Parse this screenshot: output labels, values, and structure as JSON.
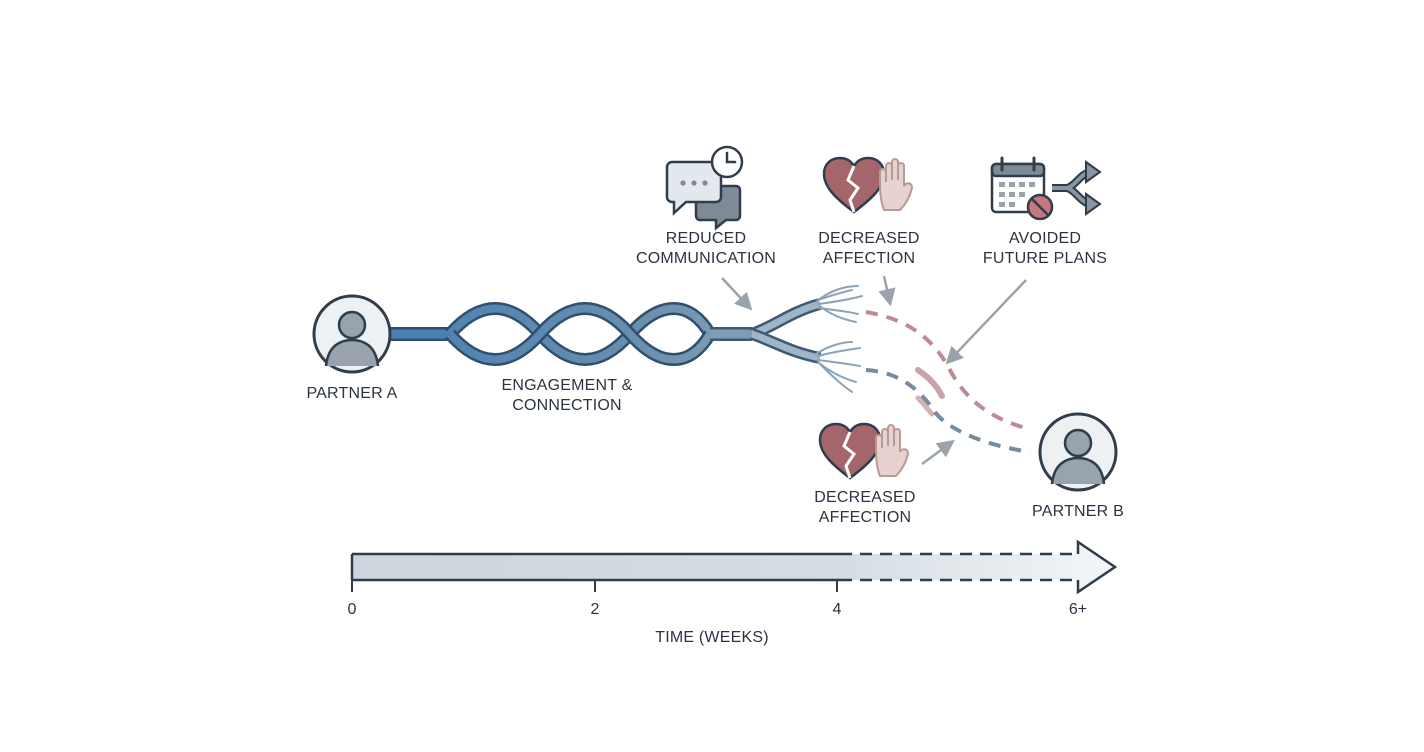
{
  "partners": {
    "a": {
      "label": "PARTNER A"
    },
    "b": {
      "label": "PARTNER B"
    }
  },
  "labels": {
    "engagement_line1": "ENGAGEMENT &",
    "engagement_line2": "CONNECTION",
    "reduced_line1": "REDUCED",
    "reduced_line2": "COMMUNICATION",
    "affection_top_line1": "DECREASED",
    "affection_top_line2": "AFFECTION",
    "future_line1": "AVOIDED",
    "future_line2": "FUTURE PLANS",
    "affection_bottom_line1": "DECREASED",
    "affection_bottom_line2": "AFFECTION"
  },
  "timeline": {
    "ticks": [
      "0",
      "2",
      "4",
      "6+"
    ],
    "axis_label": "TIME (WEEKS)"
  },
  "icons": [
    "chat-bubbles-icon",
    "clock-icon",
    "broken-heart-icon",
    "raised-hand-icon",
    "calendar-blocked-icon",
    "diverging-arrows-icon",
    "person-icon"
  ],
  "colors": {
    "thread_blue": "#4a7fb2",
    "thread_dark": "#2f4f6e",
    "broken_red": "#a5666b",
    "outline": "#2f3d4c",
    "arrow_gray": "#9aa3ab"
  }
}
